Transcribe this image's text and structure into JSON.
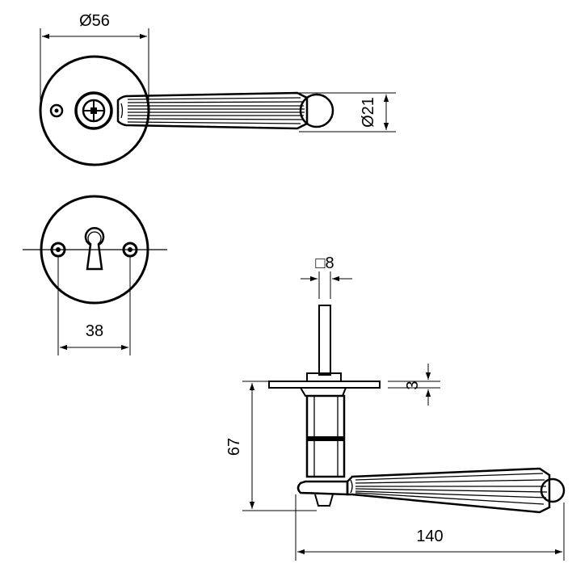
{
  "dimensions": {
    "rose_diameter": "Ø56",
    "knob_diameter": "Ø21",
    "hole_spacing": "38",
    "spindle_square": "□8",
    "plate_thickness": "3",
    "height": "67",
    "lever_length": "140"
  },
  "colors": {
    "line": "#000000",
    "background": "#ffffff"
  }
}
